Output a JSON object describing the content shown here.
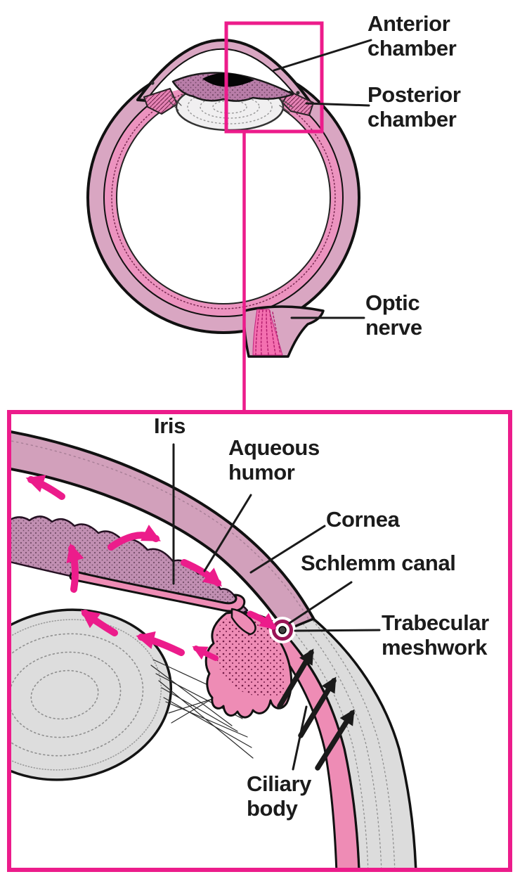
{
  "figure": {
    "description": "Cross-section of the eye with magnified inset of the anterior chamber angle showing aqueous humor flow"
  },
  "overview": {
    "labels": {
      "anterior_chamber": "Anterior\nchamber",
      "posterior_chamber": "Posterior\nchamber",
      "optic_nerve": "Optic\nnerve"
    }
  },
  "inset": {
    "labels": {
      "iris": "Iris",
      "aqueous_humor": "Aqueous\nhumor",
      "cornea": "Cornea",
      "schlemm_canal": "Schlemm canal",
      "trabecular_meshwork": "Trabecular\nmeshwork",
      "ciliary_body": "Ciliary\nbody"
    },
    "flow_arrows": {
      "aqueous_flow_color": "#ec1c8b",
      "aqueous_flow_count": 8,
      "outflow_color": "#1a1a1a",
      "outflow_count": 3
    }
  },
  "colors": {
    "accent_magenta": "#ec1c8b",
    "schlemm_ring": "#991457",
    "cornea_mauve": "#d2a0bb",
    "overview_ring_outer": "#d9a6c2",
    "overview_ring_inner": "#ec93bf",
    "tissue_pink": "#ee8cb5",
    "iris_mauve": "#c18fb2",
    "iris_overview": "#b87da8",
    "optic_core_pink": "#f470b0",
    "sclera_gray": "#dcdcdc",
    "lens_gray": "#dddddd",
    "outline_black": "#111111",
    "label_text": "#1b1b1b"
  }
}
